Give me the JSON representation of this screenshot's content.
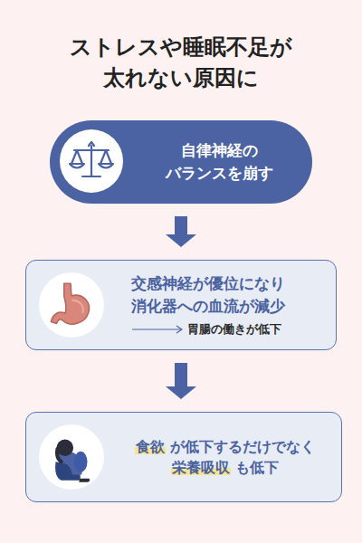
{
  "diagram": {
    "title": "ストレスや睡眠不足が 太れない原因に",
    "nodes": [
      {
        "text": [
          "自律神経の バランスを崩す"
        ]
      },
      {
        "text": [
          "交感神経が優位になり 消化器への血流が減少",
          "胃腸の働きが低下"
        ]
      },
      {
        "text": [
          "食欲 が低下するだけでなく 栄養吸収 も低下"
        ]
      }
    ],
    "edges": [
      {
        "from": 0,
        "to": 1,
        "arrow": "to"
      },
      {
        "from": 1,
        "to": 2,
        "arrow": "to"
      }
    ]
  }
}
